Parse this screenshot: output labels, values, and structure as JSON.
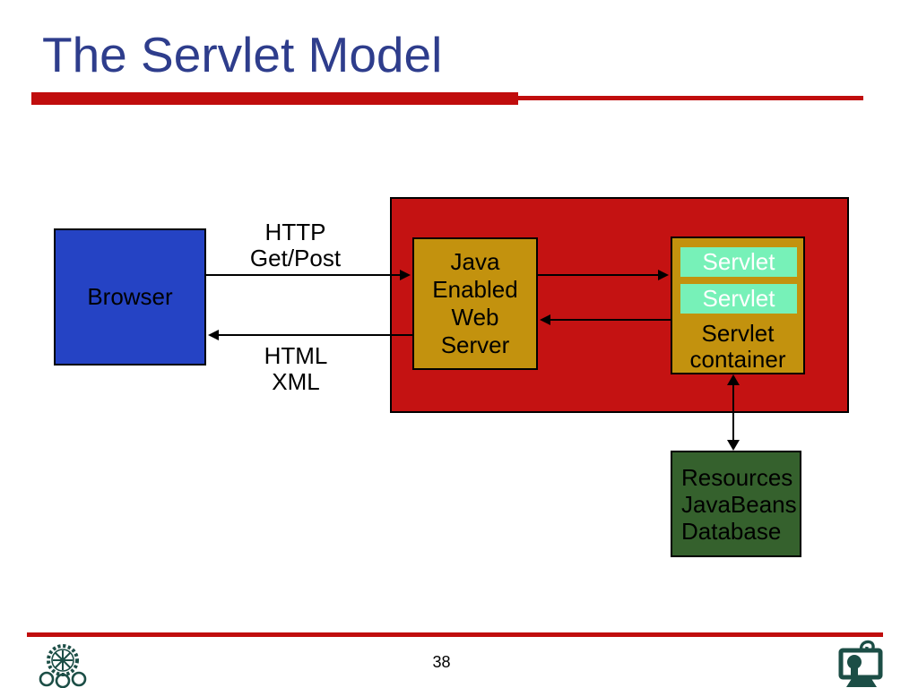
{
  "slide": {
    "title": "The Servlet Model",
    "colors": {
      "title_blue": "#2E3D8C",
      "accent_red": "#C00D0D",
      "diagram_red": "#C41212",
      "browser_blue": "#2543C4",
      "server_gold": "#C3920E",
      "servlet_mint": "#77F1B8",
      "resources_green": "#35612D",
      "logo_teal": "#1C4E46"
    }
  },
  "diagram": {
    "browser_label": "Browser",
    "request_label": {
      "line1": "HTTP",
      "line2": "Get/Post"
    },
    "response_label": {
      "line1": "HTML",
      "line2": "XML"
    },
    "web_server": {
      "line1": "Java",
      "line2": "Enabled",
      "line3": "Web",
      "line4": "Server"
    },
    "container": {
      "servlet_top": "Servlet",
      "servlet_bottom": "Servlet",
      "label_line1": "Servlet",
      "label_line2": "container"
    },
    "resources": {
      "line1": "Resources",
      "line2": "JavaBeans",
      "line3": "Database"
    }
  },
  "footer": {
    "page_number": "38",
    "left_logo_icon": "sharif-university-emblem-icon",
    "right_logo_icon": "computer-engineering-logo-icon"
  }
}
